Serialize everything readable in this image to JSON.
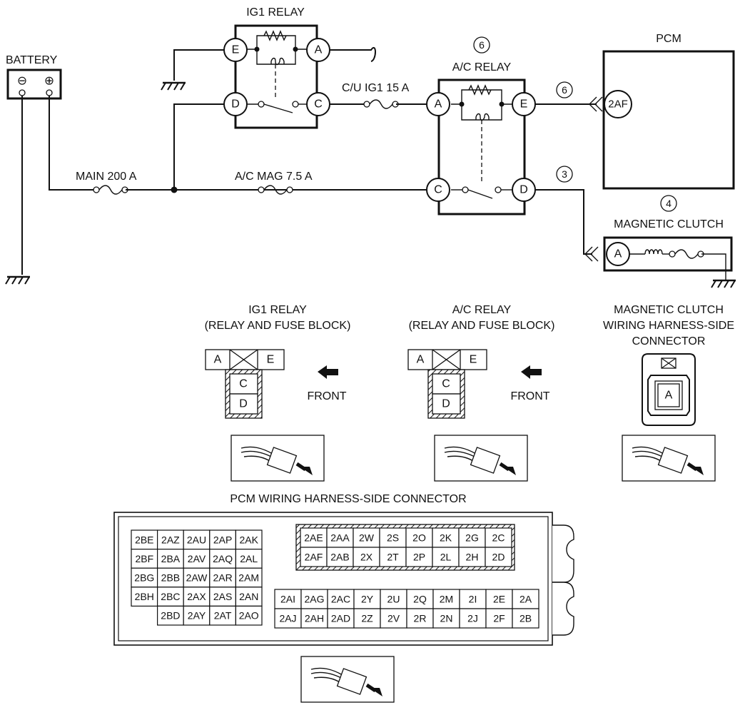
{
  "battery": {
    "label": "BATTERY",
    "minus": "⊖",
    "plus": "⊕"
  },
  "fuses": {
    "main": "MAIN 200 A",
    "cu_ig1": "C/U IG1 15 A",
    "ac_mag": "A/C MAG 7.5 A"
  },
  "ig1_relay": {
    "title": "IG1 RELAY",
    "pins": {
      "E": "E",
      "A": "A",
      "D": "D",
      "C": "C"
    }
  },
  "ac_relay": {
    "title": "A/C RELAY",
    "marker": "6",
    "pins": {
      "A": "A",
      "E": "E",
      "C": "C",
      "D": "D"
    }
  },
  "pcm": {
    "title": "PCM",
    "pin": "2AF",
    "marker": "6"
  },
  "magnetic_clutch": {
    "title": "MAGNETIC CLUTCH",
    "marker": "4",
    "pin": "A",
    "wire_marker": "3"
  },
  "connectors": {
    "ig1": {
      "title_line1": "IG1 RELAY",
      "title_line2": "(RELAY AND FUSE BLOCK)",
      "a": "A",
      "e": "E",
      "c": "C",
      "d": "D",
      "front": "FRONT"
    },
    "ac": {
      "title_line1": "A/C RELAY",
      "title_line2": "(RELAY AND FUSE BLOCK)",
      "a": "A",
      "e": "E",
      "c": "C",
      "d": "D",
      "front": "FRONT"
    },
    "mc": {
      "title_line1": "MAGNETIC CLUTCH",
      "title_line2": "WIRING HARNESS-SIDE",
      "title_line3": "CONNECTOR",
      "pin": "A"
    }
  },
  "pcm_connector": {
    "title": "PCM WIRING HARNESS-SIDE CONNECTOR",
    "left_block": [
      [
        "2BE",
        "2AZ",
        "2AU",
        "2AP",
        "2AK"
      ],
      [
        "2BF",
        "2BA",
        "2AV",
        "2AQ",
        "2AL"
      ],
      [
        "2BG",
        "2BB",
        "2AW",
        "2AR",
        "2AM"
      ],
      [
        "2BH",
        "2BC",
        "2AX",
        "2AS",
        "2AN"
      ],
      [
        "",
        "2BD",
        "2AY",
        "2AT",
        "2AO"
      ]
    ],
    "right_top": [
      [
        "2AE",
        "2AA",
        "2W",
        "2S",
        "2O",
        "2K",
        "2G",
        "2C"
      ],
      [
        "2AF",
        "2AB",
        "2X",
        "2T",
        "2P",
        "2L",
        "2H",
        "2D"
      ]
    ],
    "right_bottom": [
      [
        "2AI",
        "2AG",
        "2AC",
        "2Y",
        "2U",
        "2Q",
        "2M",
        "2I",
        "2E",
        "2A"
      ],
      [
        "2AJ",
        "2AH",
        "2AD",
        "2Z",
        "2V",
        "2R",
        "2N",
        "2J",
        "2F",
        "2B"
      ]
    ]
  }
}
